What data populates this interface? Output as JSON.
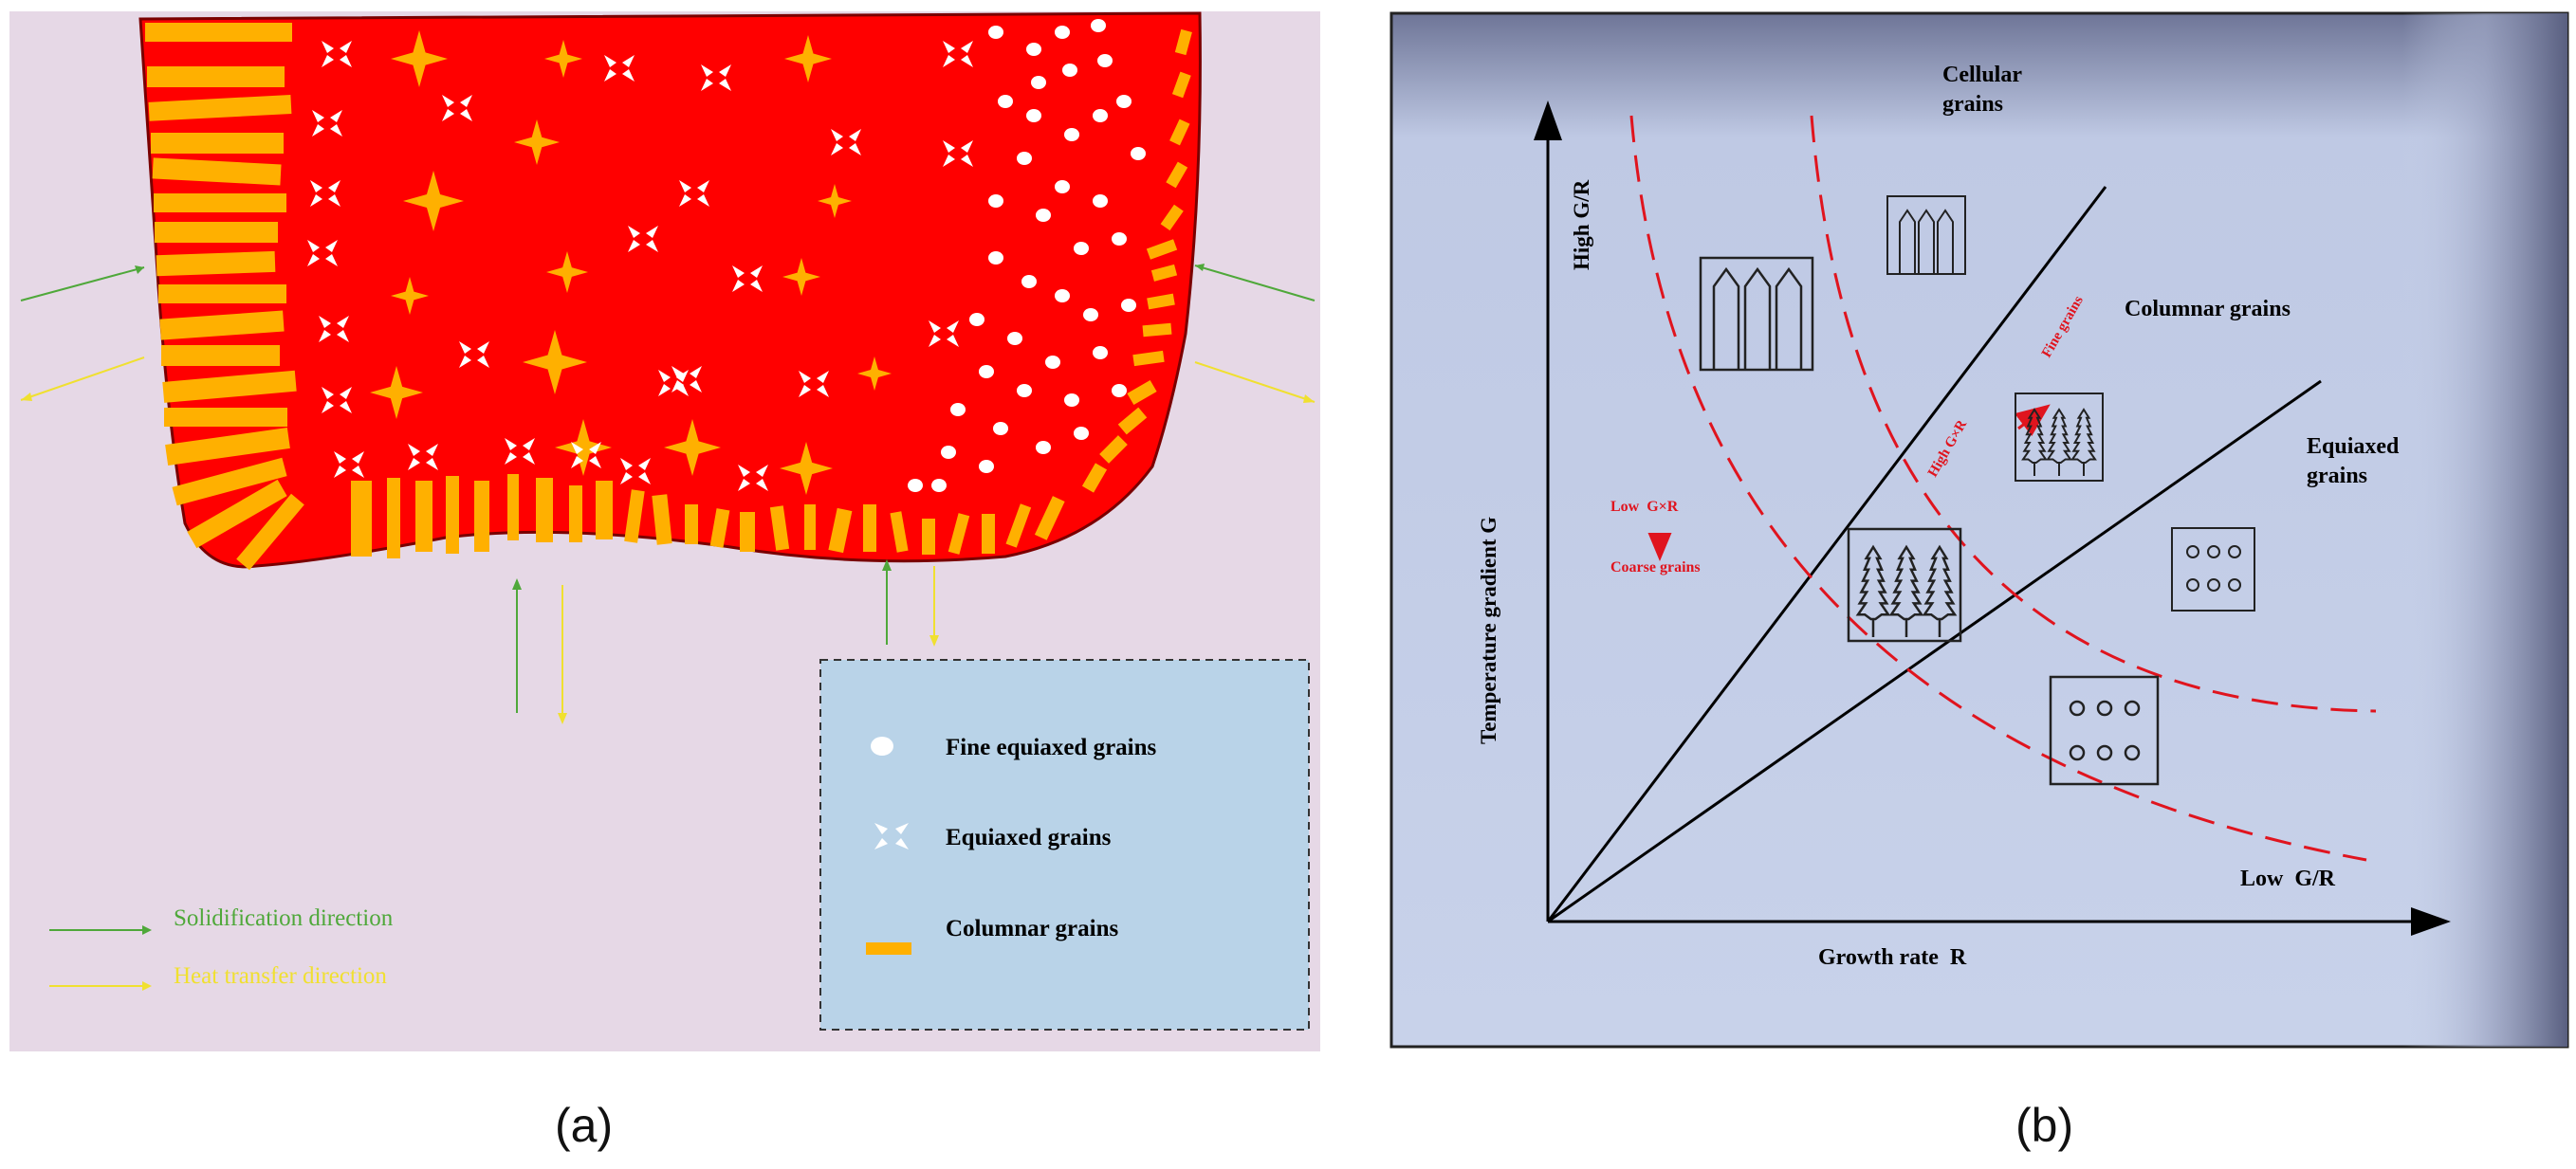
{
  "panel_a": {
    "caption": "(a)",
    "legend": {
      "fine_equiaxed": "Fine equiaxed grains",
      "equiaxed": "Equiaxed grains",
      "columnar": "Columnar grains"
    },
    "arrow_legend": {
      "solidification": "Solidification direction",
      "heat_transfer": "Heat transfer direction"
    },
    "colors": {
      "background": "#e6d8e6",
      "melt_pool": "#ff0000",
      "columnar": "#ffb000",
      "solidification": "#4fa83a",
      "heat_transfer": "#f0e030",
      "legend_box": "#b9d3e8"
    }
  },
  "panel_b": {
    "caption": "(b)",
    "labels": {
      "cellular": [
        "Cellular",
        "grains"
      ],
      "columnar": "Columnar grains",
      "equiaxed": [
        "Equiaxed",
        "grains"
      ],
      "high_gr": "High G/R",
      "low_gr": "Low  G/R",
      "low_gxr": "Low  G×R",
      "coarse": "Coarse grains",
      "high_gxr": "High G×R",
      "fine": "Fine grains",
      "y_axis": "Temperature gradient G",
      "x_axis": "Growth rate  R"
    },
    "colors": {
      "background_top": "#7d84a6",
      "background_main": "#c4cfe8",
      "curve": "#e0141e",
      "axis": "#000000"
    }
  }
}
